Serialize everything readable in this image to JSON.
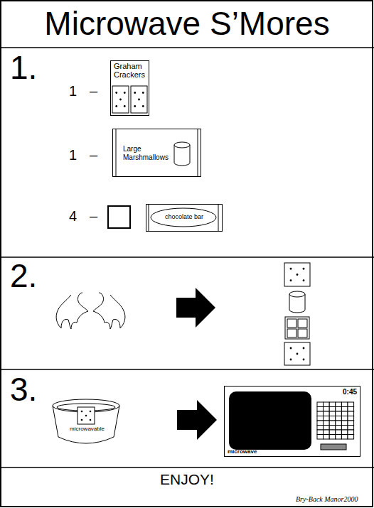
{
  "diagram": {
    "title": "Microwave S’Mores",
    "nodes": [
      {
        "text": [
          "Graham Crackers"
        ]
      },
      {
        "text": [
          "Large Marshmallows"
        ]
      },
      {
        "text": [
          "chocolate bar"
        ]
      },
      {
        "text": [
          "microwavable"
        ]
      },
      {
        "text": [
          "0:45",
          "microwave"
        ]
      }
    ],
    "edges": [
      {
        "from": 3,
        "to": 4,
        "arrow": "to"
      }
    ],
    "labels": [
      "1.",
      "1",
      "–",
      "1",
      "–",
      "4",
      "–",
      "2.",
      "3.",
      "ENJOY!",
      "Bry-Back Manor2000"
    ]
  }
}
